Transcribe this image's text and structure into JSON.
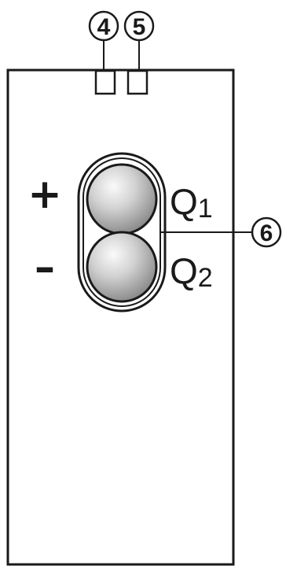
{
  "callouts": {
    "c4": "4",
    "c5": "5",
    "c6": "6"
  },
  "signs": {
    "plus": "+",
    "minus": "–"
  },
  "outputs": {
    "q1_letter": "Q",
    "q1_sub": "1",
    "q2_letter": "Q",
    "q2_sub": "2"
  },
  "colors": {
    "stroke": "#1a1a1a",
    "button_light": "#f4f4f4",
    "button_dark": "#8a8a8a"
  }
}
